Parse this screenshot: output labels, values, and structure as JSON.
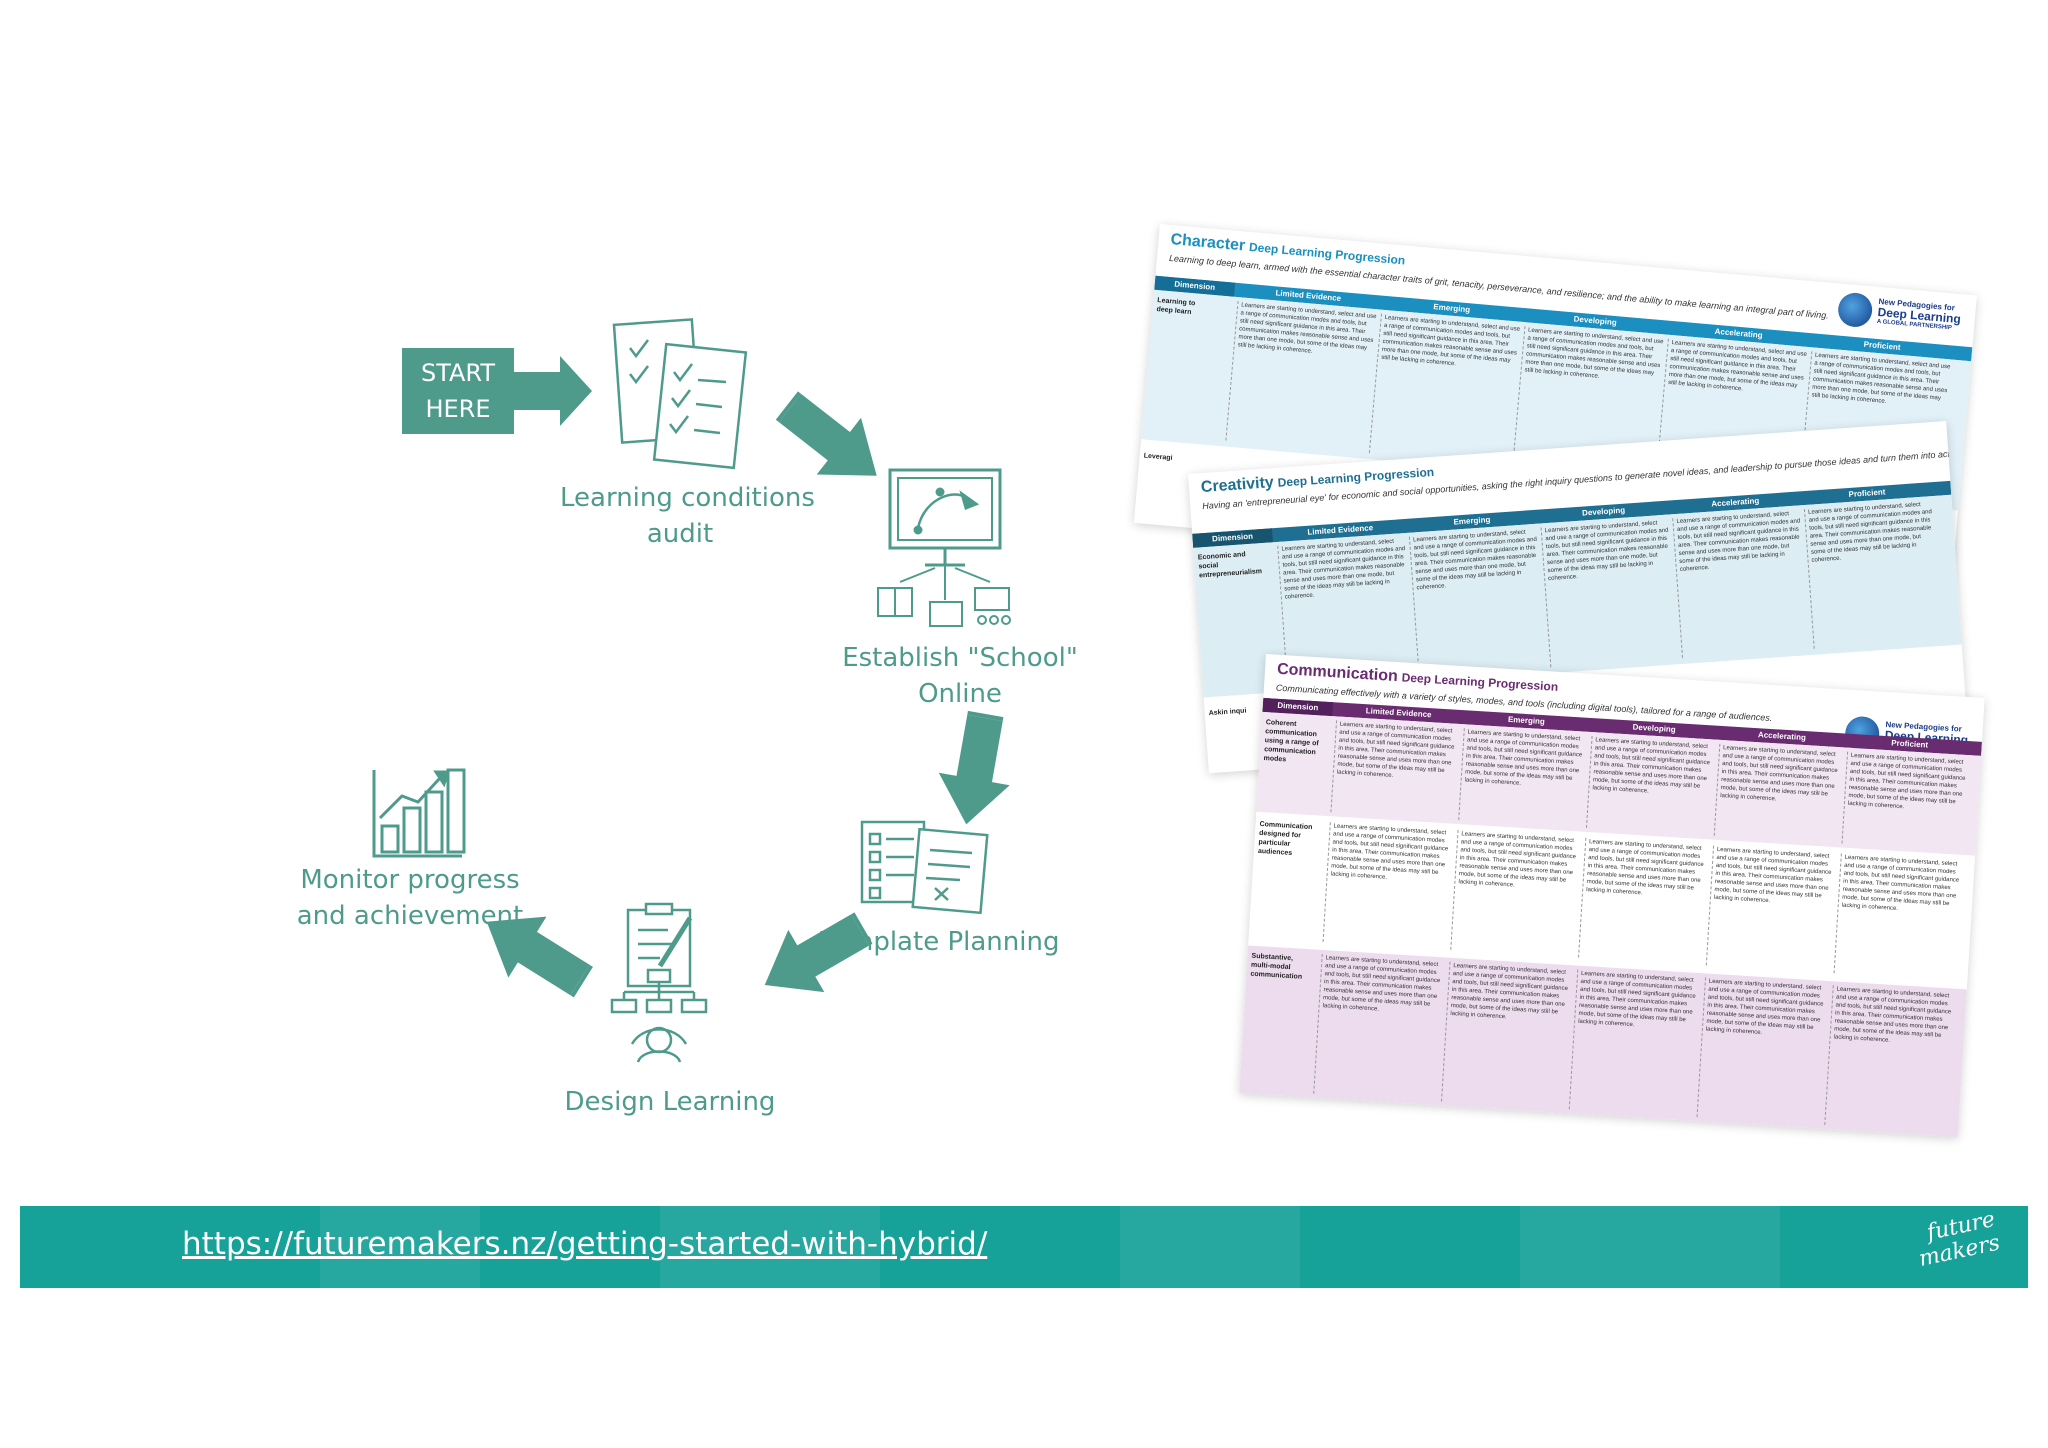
{
  "flow": {
    "start": {
      "line1": "START",
      "line2": "HERE"
    },
    "step1": {
      "line1": "Learning conditions",
      "line2": "audit"
    },
    "step2": {
      "line1": "Establish \"School\"",
      "line2": "Online"
    },
    "step3": {
      "line1": "Template Planning"
    },
    "step4": {
      "line1": "Design Learning"
    },
    "step5": {
      "line1": "Monitor progress",
      "line2": "and achievement"
    }
  },
  "cards": {
    "npdl": {
      "line1": "New Pedagogies for",
      "line2": "Deep Learning",
      "line3": "A GLOBAL PARTNERSHIP"
    },
    "character": {
      "title": "Character",
      "subtitle": "Deep Learning Progression",
      "desc": "Learning to deep learn, armed with the essential character traits of grit, tenacity, perseverance, and resilience; and the ability to make learning an integral part of living.",
      "dimension": "Dimension",
      "row1": "Learning to deep learn",
      "row2": "Leveragi"
    },
    "creativity": {
      "title": "Creativity",
      "subtitle": "Deep Learning Progression",
      "desc": "Having an 'entrepreneurial eye' for economic and social opportunities, asking the right inquiry questions to generate novel ideas, and leadership to pursue those ideas and turn them into action.",
      "dimension": "Dimension",
      "row1": "Economic and social entrepreneurialism",
      "row2": "Askin inqui"
    },
    "communication": {
      "title": "Communication",
      "subtitle": "Deep Learning Progression",
      "desc": "Communicating effectively with a variety of styles, modes, and tools (including digital tools), tailored for a range of audiences.",
      "dimension": "Dimension",
      "row1": "Coherent communication using a range of communication modes",
      "row2": "Communication designed for particular audiences",
      "row3": "Substantive, multi-modal communication"
    },
    "levels": [
      "Limited Evidence",
      "Emerging",
      "Developing",
      "Accelerating",
      "Proficient"
    ],
    "sample_text": "Learners are starting to understand, select and use a range of communication modes and tools, but still need significant guidance in this area. Their communication makes reasonable sense and uses more than one mode, but some of the ideas may still be lacking in coherence."
  },
  "banner": {
    "url": "https://futuremakers.nz/getting-started-with-hybrid/",
    "logo_line1": "future",
    "logo_line2": "makers"
  },
  "colors": {
    "teal": "#4e9b8c",
    "banner": "#16a199",
    "character": "#1a8fc0",
    "creativity": "#1f6f93",
    "communication": "#6a2c70"
  }
}
